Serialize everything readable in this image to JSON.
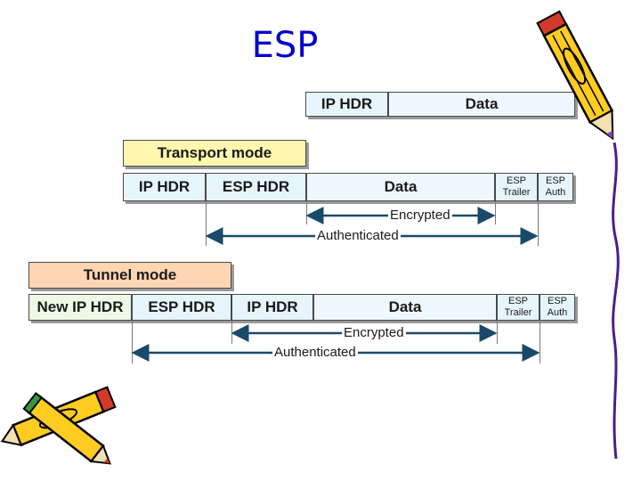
{
  "title": "ESP",
  "original_packet": {
    "ip_hdr": "IP HDR",
    "data": "Data"
  },
  "transport_mode": {
    "label": "Transport mode",
    "ip_hdr": "IP HDR",
    "esp_hdr": "ESP HDR",
    "data": "Data",
    "esp_trailer": [
      "ESP",
      "Trailer"
    ],
    "esp_auth": [
      "ESP",
      "Auth"
    ],
    "encrypted_label": "Encrypted",
    "authenticated_label": "Authenticated"
  },
  "tunnel_mode": {
    "label": "Tunnel mode",
    "new_ip_hdr": "New IP HDR",
    "esp_hdr": "ESP HDR",
    "ip_hdr": "IP HDR",
    "data": "Data",
    "esp_trailer": [
      "ESP",
      "Trailer"
    ],
    "esp_auth": [
      "ESP",
      "Auth"
    ],
    "encrypted_label": "Encrypted",
    "authenticated_label": "Authenticated"
  },
  "colors": {
    "title": "#0000cc",
    "header_fill": "#e6f5fb",
    "transport_label_fill": "#fff7b0",
    "tunnel_label_fill": "#ffd6b3",
    "new_ip_hdr_fill": "#eef8e6",
    "arrow": "#1a4a6a"
  },
  "decorations": {
    "top_right": "pencil-clipart-icon",
    "bottom_left": "crossed-pencils-clipart-icon",
    "right_edge": "squiggle-line-icon"
  }
}
